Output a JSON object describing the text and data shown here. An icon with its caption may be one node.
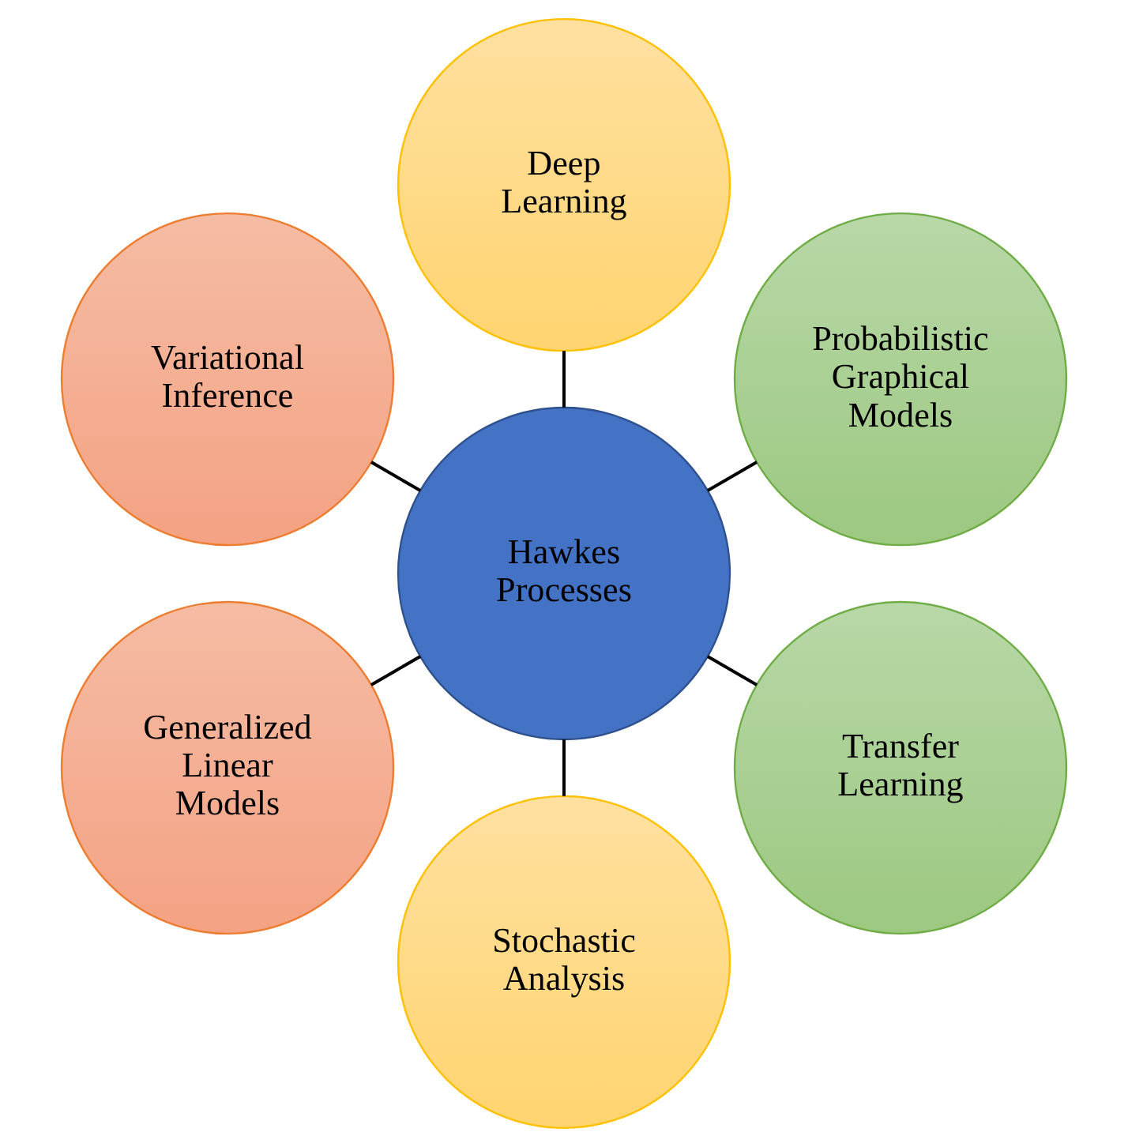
{
  "diagram": {
    "nodes": [
      {
        "text": [
          "Probabilistic Graphical Models"
        ]
      },
      {
        "text": [
          "Deep Learning"
        ]
      },
      {
        "text": [
          "Variational Inference"
        ]
      },
      {
        "text": [
          "Hawkes Processes"
        ]
      },
      {
        "text": [
          "Generalized Linear Models"
        ]
      },
      {
        "text": [
          "Stochastic Analysis"
        ]
      },
      {
        "text": [
          "Transfer Learning"
        ]
      }
    ],
    "edges": [
      {
        "from": 3,
        "to": 0,
        "arrow": "none"
      },
      {
        "from": 3,
        "to": 2,
        "arrow": "none"
      },
      {
        "from": 3,
        "to": 5,
        "arrow": "none"
      },
      {
        "from": 3,
        "to": 6,
        "arrow": "none"
      },
      {
        "from": 3,
        "to": 4,
        "arrow": "none"
      },
      {
        "from": 3,
        "to": 1,
        "arrow": "none"
      }
    ]
  }
}
